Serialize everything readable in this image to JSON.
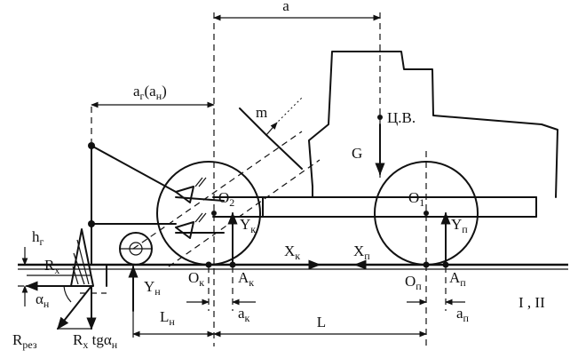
{
  "labels": {
    "a": "a",
    "ar": "a",
    "ar_sub": "г",
    "ar_par_open": "(a",
    "ar_par_sub": "н",
    "ar_par_close": ")",
    "m": "m",
    "cv": "Ц.В.",
    "g": "G",
    "o2": "O",
    "o2_sub": "2",
    "o1": "O",
    "o1_sub": "1",
    "yk": "Y",
    "yk_sub": "к",
    "yp": "Y",
    "yp_sub": "п",
    "xk": "X",
    "xk_sub": "к",
    "xp": "X",
    "xp_sub": "п",
    "ok": "O",
    "ok_sub": "к",
    "ak": "A",
    "ak_sub": "к",
    "op": "O",
    "op_sub": "п",
    "ap": "A",
    "ap_sub": "п",
    "ak_small": "a",
    "ak_small_sub": "к",
    "ap_small": "a",
    "ap_small_sub": "п",
    "l": "L",
    "ln": "L",
    "ln_sub": "н",
    "yn": "Y",
    "yn_sub": "н",
    "hr": "h",
    "hr_sub": "г",
    "rx": "R",
    "rx_sub": "x",
    "an": "α",
    "an_sub": "н",
    "rrez": "R",
    "rrez_sub": "рез",
    "rxtg": "R",
    "rxtg_sub": "x",
    "rxtg_tail": " tgα",
    "rxtg_tail_sub": "н",
    "i_ii": "I , II"
  }
}
